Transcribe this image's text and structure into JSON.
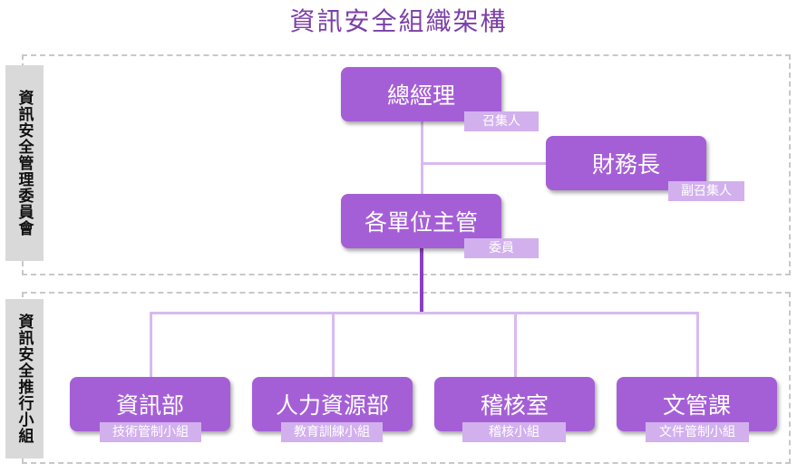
{
  "title": "資訊安全組織架構",
  "sections": {
    "committee": "資訊安全管理委員會",
    "team": "資訊安全推行小組"
  },
  "nodes": {
    "gm": {
      "name": "總經理",
      "role": "召集人"
    },
    "cfo": {
      "name": "財務長",
      "role": "副召集人"
    },
    "heads": {
      "name": "各單位主管",
      "role": "委員"
    },
    "it": {
      "name": "資訊部",
      "role": "技術管制小組"
    },
    "hr": {
      "name": "人力資源部",
      "role": "教育訓練小組"
    },
    "audit": {
      "name": "稽核室",
      "role": "稽核小組"
    },
    "docs": {
      "name": "文管課",
      "role": "文件管制小組"
    }
  },
  "colors": {
    "box": "#a55fd6",
    "tag": "#d2b0ee",
    "title": "#7b3fa8",
    "connector_light": "#d8baf0",
    "connector_dark": "#8a3fc0"
  }
}
